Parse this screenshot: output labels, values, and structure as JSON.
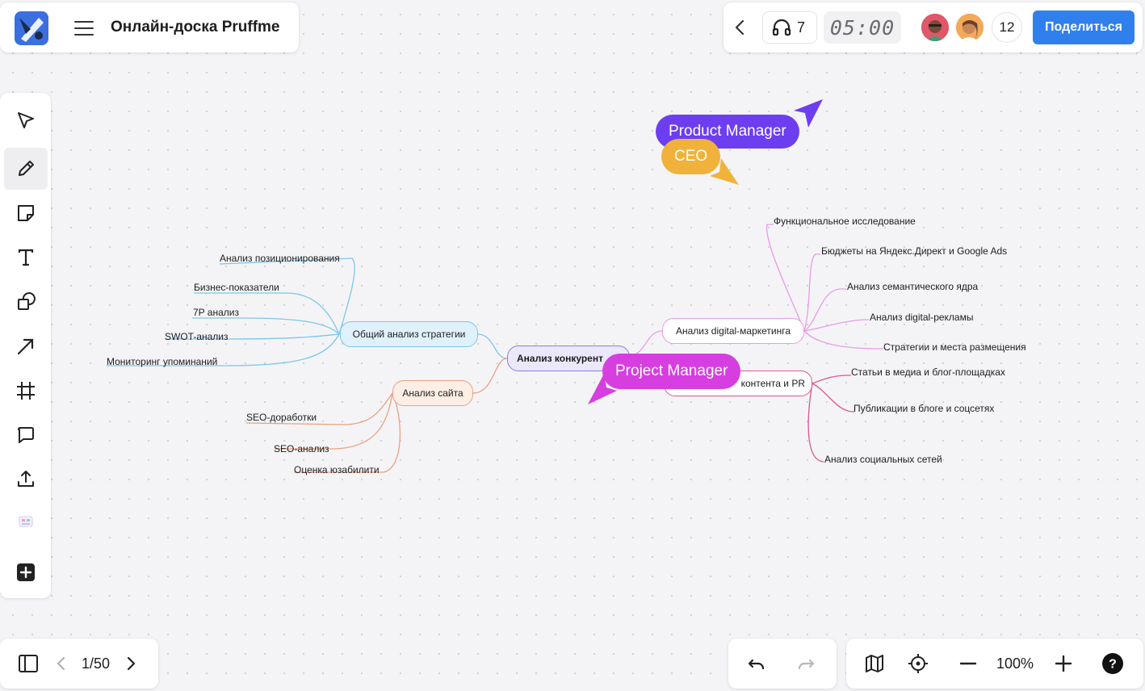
{
  "header": {
    "board_title": "Онлайн-доска Pruffme"
  },
  "session": {
    "listeners_count": "7",
    "timer": "05:00",
    "participants_count": "12",
    "share_label": "Поделиться"
  },
  "mindmap": {
    "center": "Анализ конкурент",
    "branches": {
      "strategy": "Общий анализ стратегии",
      "site": "Анализ сайта",
      "digital": "Анализ digital-маркетинга",
      "content": "контента и PR"
    },
    "strategy_leaves": [
      "Анализ позиционирования",
      "Бизнес-показатели",
      "7P анализ",
      "SWOT-анализ",
      "Мониторинг упоминаний"
    ],
    "site_leaves": [
      "SEO-доработки",
      "SEO-анализ",
      "Оценка юзабилити"
    ],
    "digital_leaves": [
      "Функциональное исследование",
      "Бюджеты на Яндекс.Директ и Google Ads",
      "Анализ семантического ядра",
      "Анализ digital-рекламы",
      "Стратегии и места размещения"
    ],
    "content_leaves": [
      "Статьи в медиа и блог-площадках",
      "Публикации в блоге и соцсетях",
      "Анализ социальных сетей"
    ]
  },
  "cursors": {
    "product_manager": "Product Manager",
    "ceo": "CEO",
    "project_manager": "Project Manager"
  },
  "pager": {
    "page": "1/50"
  },
  "zoom": {
    "level": "100%"
  },
  "help": {
    "label": "?"
  },
  "colors": {
    "accent": "#2f80ed",
    "strategy": "#7cc6ec",
    "site": "#e8a183",
    "digital": "#e79be6",
    "content": "#d9578f",
    "center": "#8f7be0",
    "product_manager_cursor": "#6c3ef0",
    "ceo_cursor": "#f0b23a",
    "project_manager_cursor": "#d63ee0"
  }
}
